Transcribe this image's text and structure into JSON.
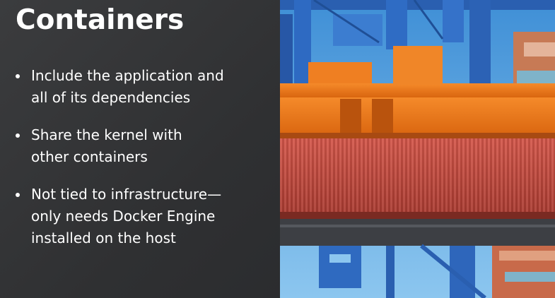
{
  "slide": {
    "title": "Containers",
    "bullets": [
      {
        "lines": [
          "Include the application and",
          "all of its dependencies"
        ]
      },
      {
        "lines": [
          "Share the kernel with",
          "other containers"
        ]
      },
      {
        "lines": [
          "Not tied to infrastructure—",
          "only needs Docker Engine",
          "installed on the host"
        ]
      }
    ]
  },
  "colors": {
    "background": "#2f3032",
    "text": "#ffffff",
    "sky": "#5ea6de",
    "crane_blue": "#2a63b8",
    "crane_orange": "#f07a1a",
    "container_red": "#c8473a"
  },
  "photo": {
    "subject": "crane-lifting-shipping-container-image"
  }
}
